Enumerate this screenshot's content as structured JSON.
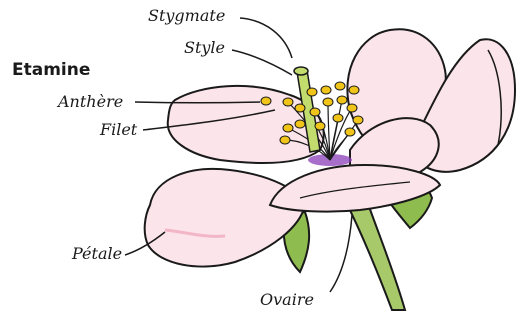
{
  "labels": {
    "etamine": "Etamine",
    "stygmate": "Stygmate",
    "style": "Style",
    "anthere": "Anthère",
    "filet": "Filet",
    "petale": "Pétale",
    "ovaire": "Ovaire"
  },
  "colors": {
    "ink": "#1a1a1a",
    "petal": "#fbe4ea",
    "petal_shade": "#f3b6c6",
    "stem": "#a8c96a",
    "leaf": "#8fbc4e",
    "anther": "#f0c419",
    "pistil": "#c2dc6e",
    "center": "#8a3fb8"
  }
}
